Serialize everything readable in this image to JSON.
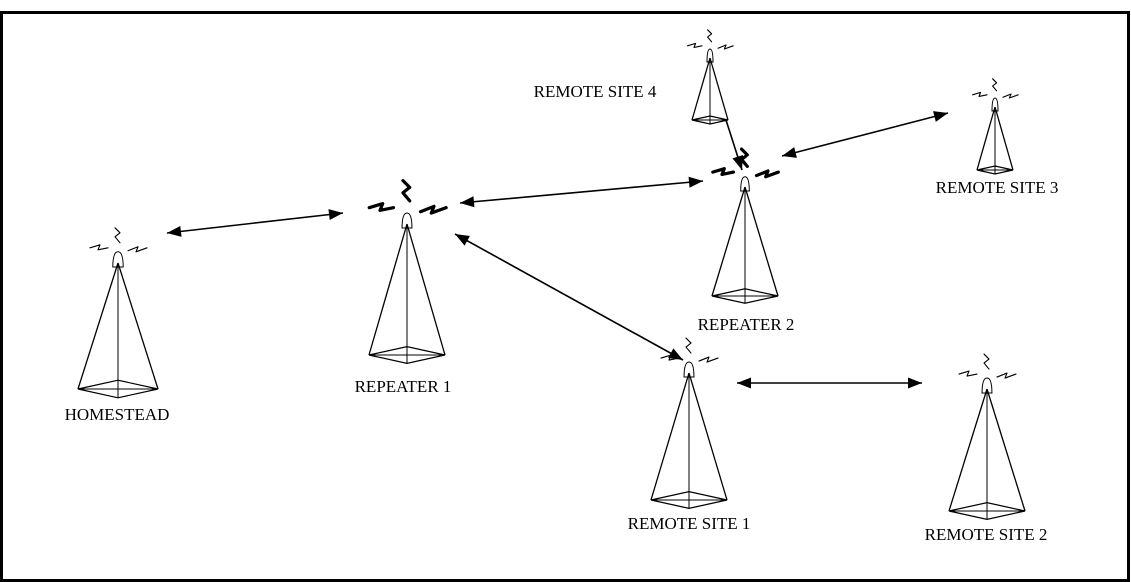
{
  "colors": {
    "background": "#ffffff",
    "ink": "#000000",
    "beacon": "#888888"
  },
  "sites": [
    {
      "id": "homestead",
      "label": "HOMESTEAD",
      "icon": "tower-icon"
    },
    {
      "id": "repeater-1",
      "label": "REPEATER 1",
      "icon": "tower-icon"
    },
    {
      "id": "repeater-2",
      "label": "REPEATER 2",
      "icon": "tower-icon"
    },
    {
      "id": "remote-site-1",
      "label": "REMOTE SITE 1",
      "icon": "tower-icon"
    },
    {
      "id": "remote-site-2",
      "label": "REMOTE SITE 2",
      "icon": "tower-icon"
    },
    {
      "id": "remote-site-3",
      "label": "REMOTE SITE 3",
      "icon": "tower-icon"
    },
    {
      "id": "remote-site-4",
      "label": "REMOTE SITE 4",
      "icon": "tower-icon"
    }
  ],
  "links": [
    {
      "from": "homestead",
      "to": "repeater-1"
    },
    {
      "from": "repeater-1",
      "to": "repeater-2"
    },
    {
      "from": "repeater-1",
      "to": "remote-site-1"
    },
    {
      "from": "remote-site-1",
      "to": "remote-site-2"
    },
    {
      "from": "repeater-2",
      "to": "remote-site-3"
    },
    {
      "from": "remote-site-4",
      "to": "repeater-2"
    }
  ]
}
